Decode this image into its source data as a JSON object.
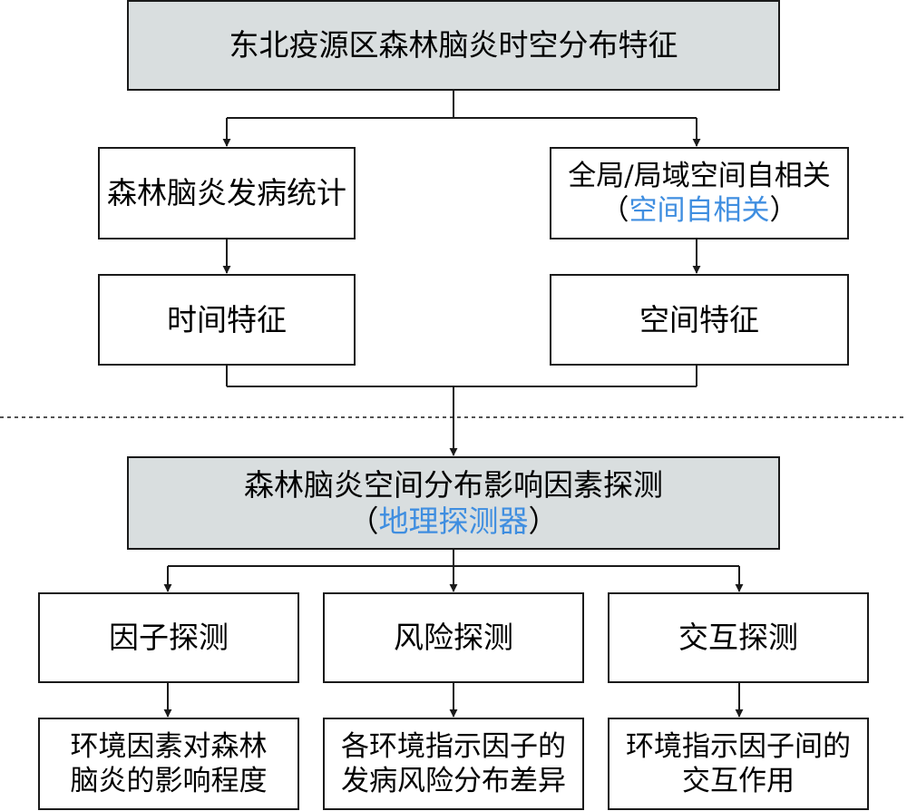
{
  "top": {
    "title": "东北疫源区森林脑炎时空分布特征"
  },
  "left_branch": {
    "stats": "森林脑炎发病统计",
    "temporal": "时间特征"
  },
  "right_branch": {
    "autocorr_line1": "全局/局域空间自相关",
    "autocorr_open": "（",
    "autocorr_method": "空间自相关",
    "autocorr_close": "）",
    "spatial": "空间特征"
  },
  "detector": {
    "line1": "森林脑炎空间分布影响因素探测",
    "open": "（",
    "method": "地理探测器",
    "close": "）"
  },
  "detectors": [
    {
      "name": "因子探测",
      "result_line1": "环境因素对森林",
      "result_line2": "脑炎的影响程度"
    },
    {
      "name": "风险探测",
      "result_line1": "各环境指示因子的",
      "result_line2": "发病风险分布差异"
    },
    {
      "name": "交互探测",
      "result_line1": "环境指示因子间的",
      "result_line2": "交互作用"
    }
  ],
  "colors": {
    "gray_fill": "#d9dedf",
    "highlight_text": "#3f8ee0",
    "line": "#1a1a1a"
  }
}
